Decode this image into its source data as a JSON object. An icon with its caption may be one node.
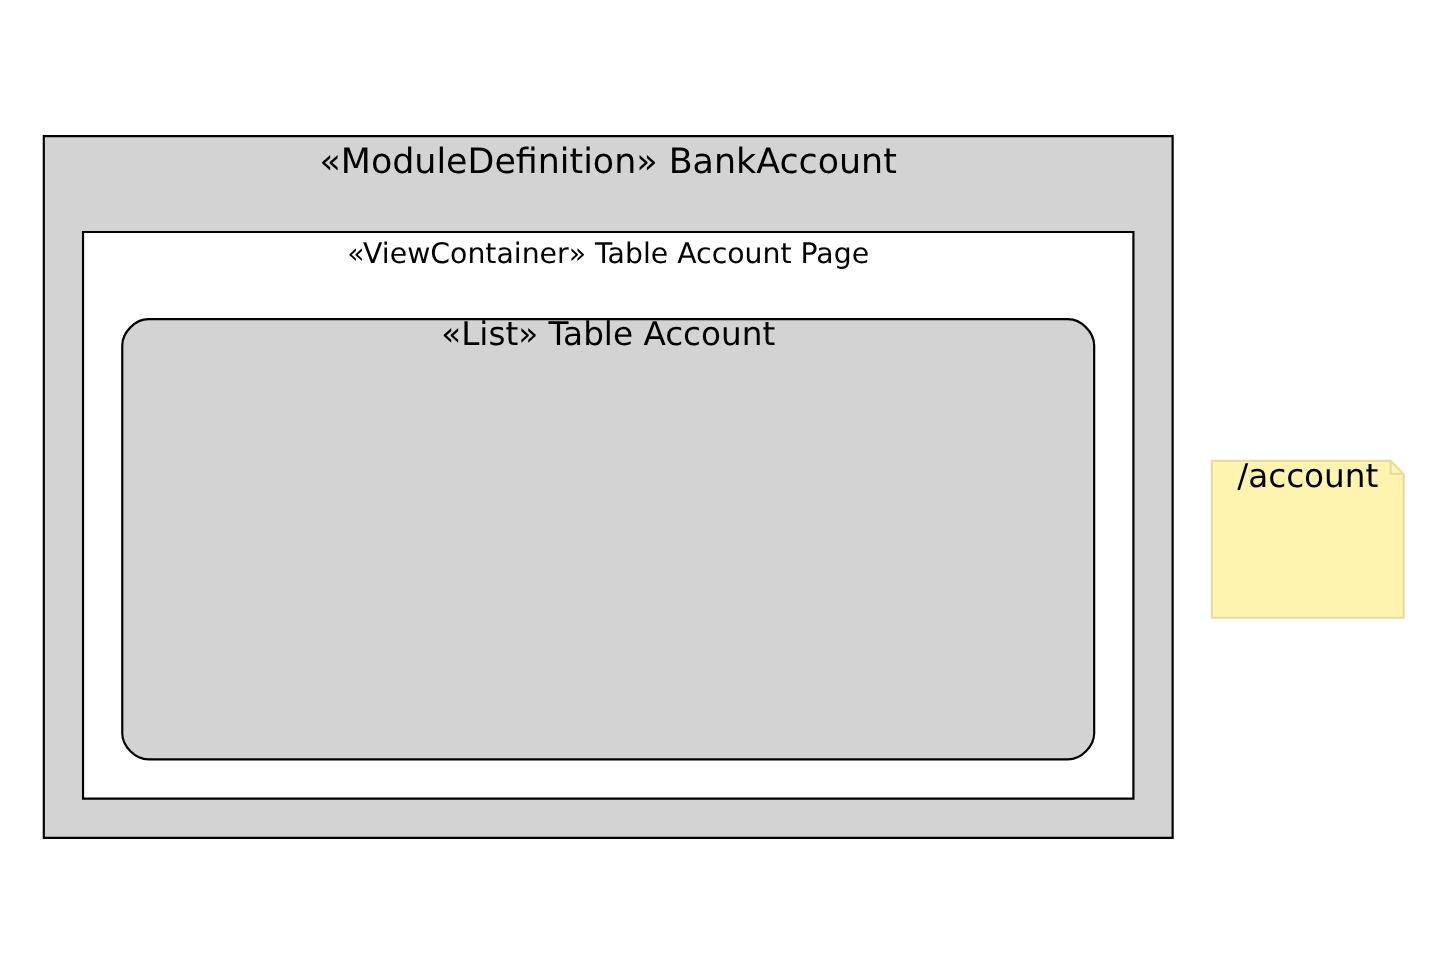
{
  "diagram": {
    "nodes": [
      {
        "text": [
          "«ModuleDefinition» BankAccount"
        ]
      },
      {
        "text": [
          "«ViewContainer» Table Account Page"
        ],
        "in": 0
      },
      {
        "text": [
          "«List» Table Account"
        ],
        "in": 1
      },
      {
        "text": [
          "/account"
        ]
      }
    ]
  }
}
